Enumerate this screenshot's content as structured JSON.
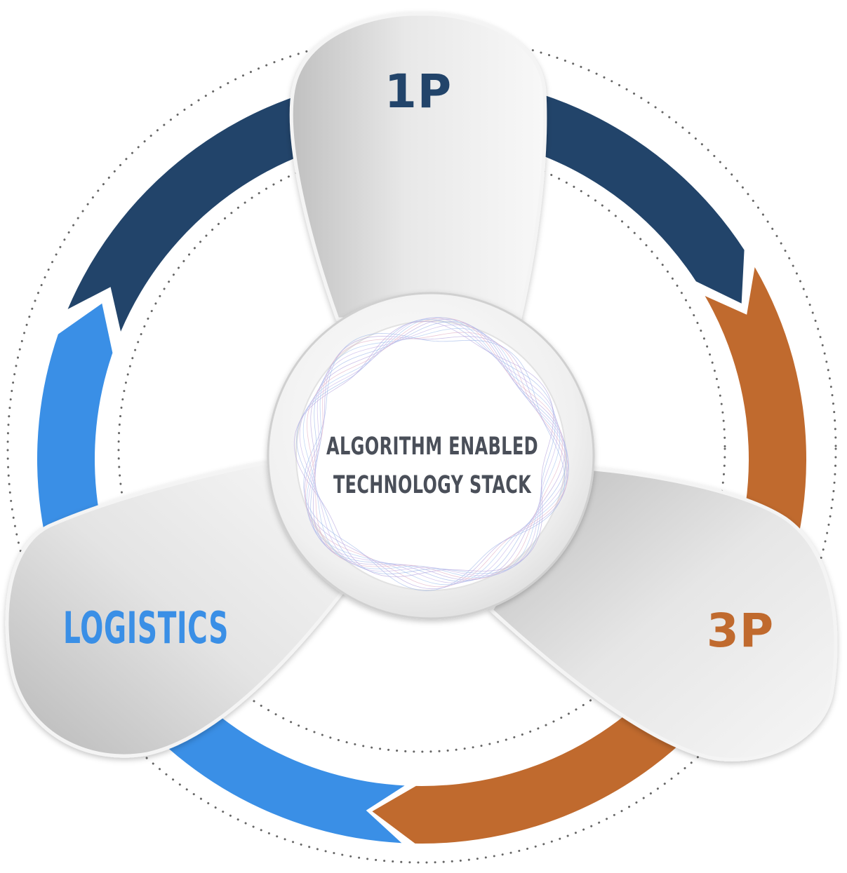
{
  "center": {
    "line1": "ALGORITHM ENABLED",
    "line2": "TECHNOLOGY STACK"
  },
  "segments": [
    {
      "label": "1P",
      "color": "#22446a"
    },
    {
      "label": "3P",
      "color": "#c06a2e"
    },
    {
      "label": "LOGISTICS",
      "color": "#3a8fe6"
    }
  ],
  "colors": {
    "hub_text": "#4a4f59",
    "blade_light": "#f3f3f3",
    "blade_dark": "#c2c2c2",
    "dots": "#666666"
  }
}
